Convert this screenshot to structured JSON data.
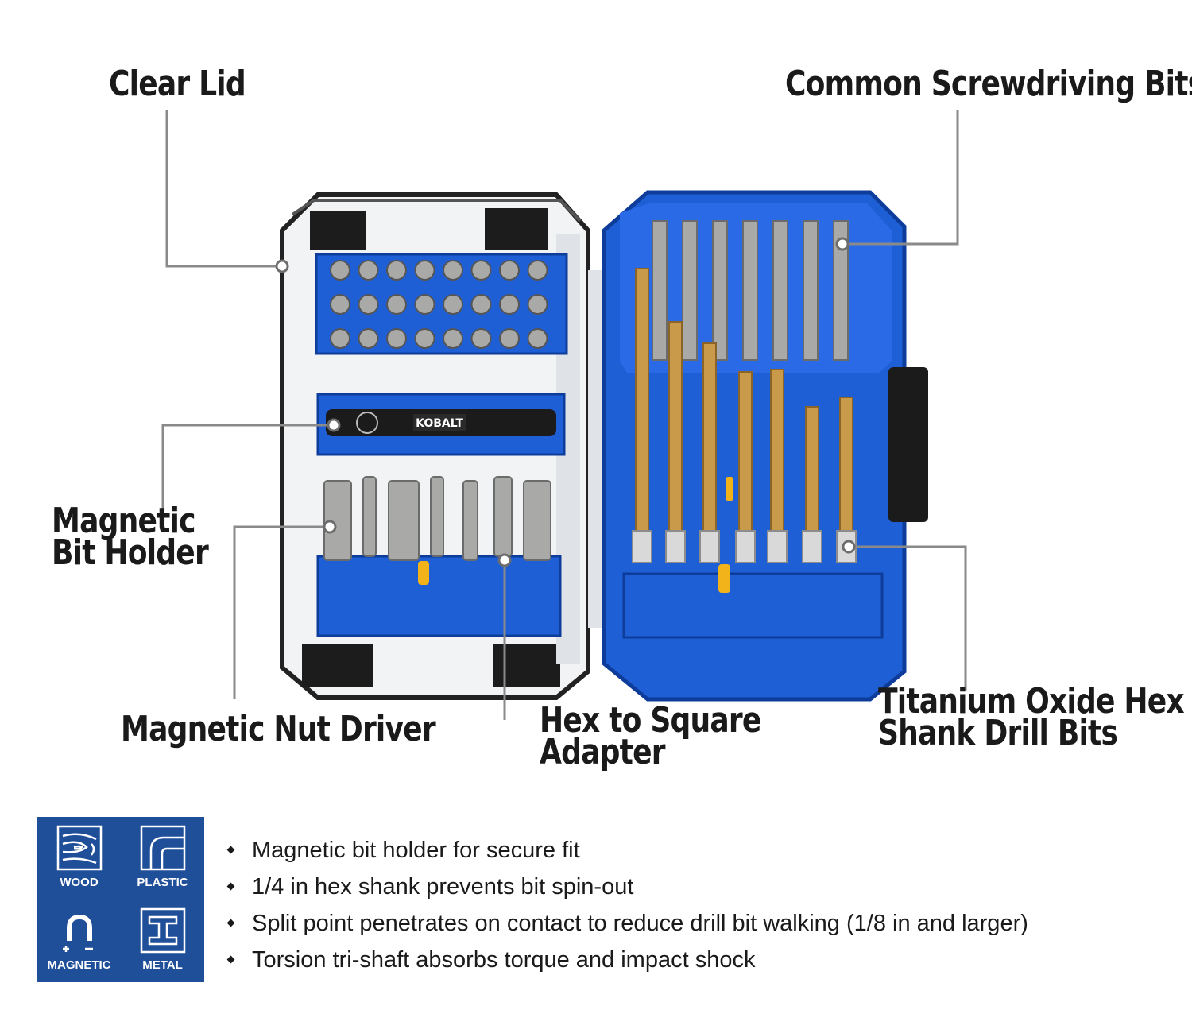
{
  "callouts": {
    "clear_lid": "Clear Lid",
    "common_bits": "Common Screwdriving Bits",
    "magnetic_bit_holder_line1": "Magnetic",
    "magnetic_bit_holder_line2": "Bit Holder",
    "magnetic_nut_driver": "Magnetic Nut Driver",
    "hex_adapter_line1": "Hex to Square",
    "hex_adapter_line2": "Adapter",
    "drill_bits_line1": "Titanium Oxide Hex",
    "drill_bits_line2": "Shank Drill Bits"
  },
  "product": {
    "brand_text": "KOBALT",
    "colors": {
      "case_blue": "#1f5fd6",
      "bit_steel": "#a9aaa8",
      "drill_gold": "#c89a4a",
      "latch_yellow": "#f2b21a"
    }
  },
  "badges": [
    {
      "label": "WOOD",
      "icon": "wood-grain-icon"
    },
    {
      "label": "PLASTIC",
      "icon": "plastic-pipe-icon"
    },
    {
      "label": "MAGNETIC",
      "icon": "magnet-icon"
    },
    {
      "label": "METAL",
      "icon": "i-beam-icon"
    }
  ],
  "badge_panel_color": "#1f4f99",
  "features": [
    "Magnetic bit holder for secure fit",
    "1/4 in hex shank prevents bit spin-out",
    "Split point penetrates on contact to reduce drill bit walking (1/8 in and larger)",
    "Torsion tri-shaft absorbs torque and impact shock"
  ]
}
